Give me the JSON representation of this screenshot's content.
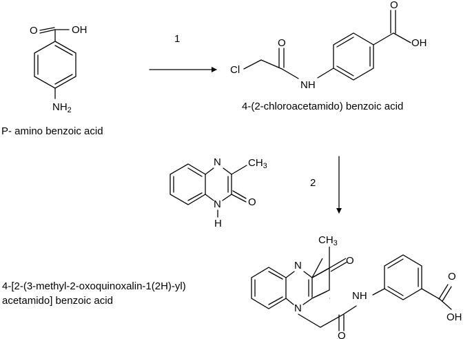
{
  "steps": [
    "1",
    "2"
  ],
  "compounds": [
    {
      "id": "paba",
      "name": "P- amino benzoic acid"
    },
    {
      "id": "chloroacetamido",
      "name": "4-(2-chloroacetamido) benzoic acid"
    },
    {
      "id": "methylquinoxalinone",
      "name": ""
    },
    {
      "id": "product",
      "name_lines": [
        "4-[2-(3-methyl-2-oxoquinoxalin-1(2H)-yl)",
        "acetamido] benzoic acid"
      ]
    }
  ],
  "atoms": {
    "oh": "OH",
    "o": "O",
    "n": "N",
    "nh": "NH",
    "h": "H",
    "cl": "Cl",
    "ch": "CH",
    "two": "2",
    "three": "3"
  }
}
